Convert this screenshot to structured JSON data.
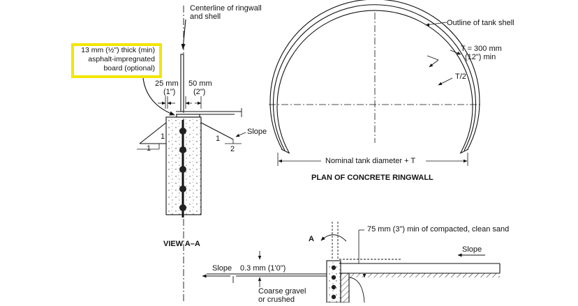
{
  "view_aa": {
    "centerline_line1": "Centerline of ringwall",
    "centerline_line2": "and shell",
    "callout_line1": "13 mm (½\") thick (min)",
    "callout_line2": "asphalt-impregnated",
    "callout_line3": "board (optional)",
    "dim_left_mm": "25 mm",
    "dim_left_in": "(1\")",
    "dim_right_mm": "50 mm",
    "dim_right_in": "(2\")",
    "slope_label": "Slope",
    "left_rise": "1",
    "left_run": "1",
    "right_rise": "1",
    "right_run": "2",
    "title": "VIEW A–A"
  },
  "plan": {
    "outline_label": "Outline of tank shell",
    "thickness_line1": "T = 300 mm",
    "thickness_line2": "(12\") min",
    "half_thickness": "T/2",
    "diameter_label": "Nominal tank diameter + T",
    "title": "PLAN OF CONCRETE RINGWALL"
  },
  "section": {
    "section_mark": "A",
    "sand_note": "75 mm (3\") min of compacted, clean sand",
    "slope_right": "Slope",
    "slope_left": "Slope",
    "depth_label": "0.3 mm (1'0\")",
    "gravel_line1": "Coarse gravel",
    "gravel_line2": "or crushed"
  },
  "colors": {
    "ink": "#111111",
    "highlight": "#f2e600",
    "background": "#ffffff"
  }
}
